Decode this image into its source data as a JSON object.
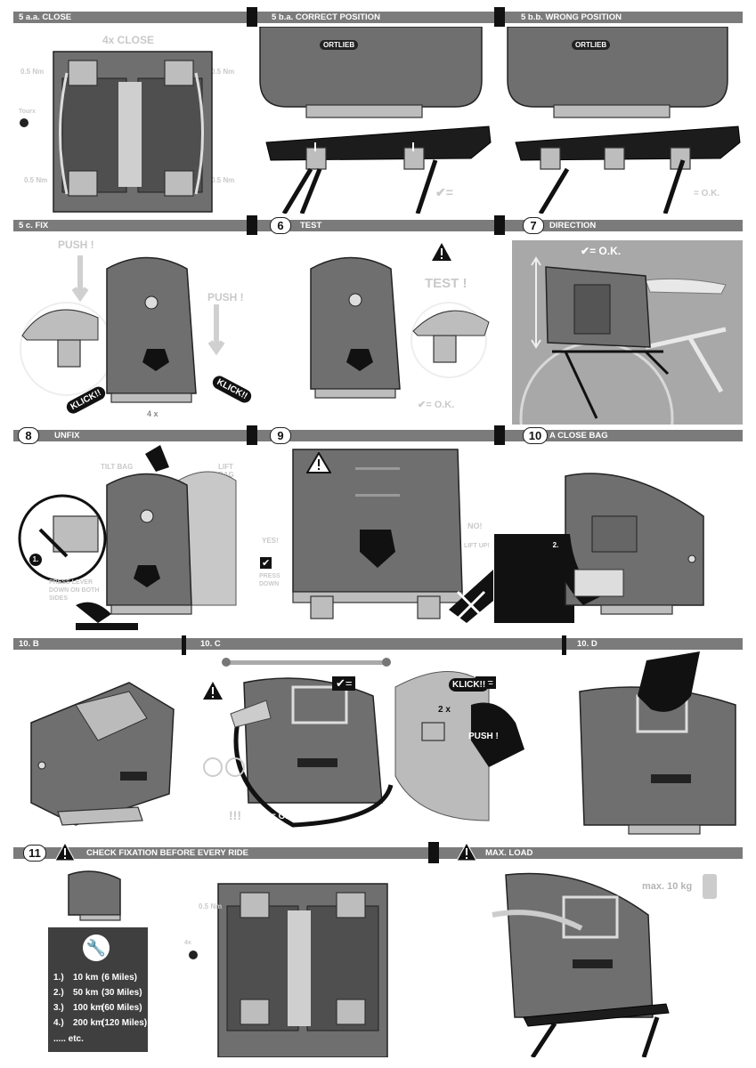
{
  "sections": {
    "s5aa": {
      "label": "5 a.a.  CLOSE",
      "note": "4x CLOSE",
      "measure_tl": "0.5 Nm",
      "measure_tr": "0.5 Nm",
      "measure_bl": "0.5 Nm",
      "measure_br": "0.5 Nm",
      "side_note": "Tourx"
    },
    "s5ba": {
      "label": "5 b.a.   CORRECT POSITION",
      "brand": "ORTLIEB"
    },
    "s5bb": {
      "label": "5 b.b.  WRONG POSITION",
      "brand": "ORTLIEB",
      "ok": "= O.K."
    },
    "s5c": {
      "label": "5 c.  FIX",
      "push1": "PUSH !",
      "push2": "PUSH !",
      "klick1": "KLICK!!",
      "klick2": "KLICK!!",
      "count": "4 x"
    },
    "s6": {
      "num": "6",
      "label": "TEST",
      "test": "TEST !",
      "ok": "= O.K."
    },
    "s7": {
      "num": "7",
      "label": "DIRECTION",
      "ok": "= O.K."
    },
    "s8": {
      "num": "8",
      "label": "UNFIX",
      "tilt": "TILT BAG",
      "lift": "LIFT BAG",
      "press": "PRESS LEVER DOWN ON BOTH SIDES",
      "step": "1."
    },
    "s9": {
      "num": "9",
      "yes": "YES!",
      "press": "PRESS DOWN",
      "no": "NO!",
      "lift": "LIFT UP!"
    },
    "s10a": {
      "num": "10",
      "label": "A    CLOSE BAG",
      "step2": "2."
    },
    "s10b": {
      "label": "10.  B"
    },
    "s10c": {
      "label": "10.  C",
      "klick": "KLICK!!",
      "twox": "2 x",
      "push": "PUSH !",
      "ok": "= O.K.",
      "warn": "!!!"
    },
    "s10d": {
      "label": "10.  D"
    },
    "s11": {
      "num": "11",
      "label": "CHECK FIXATION BEFORE EVERY RIDE",
      "measure": "0.5 Nm",
      "side_note": "4x",
      "checks": [
        {
          "idx": "1.)",
          "km": "10 km",
          "miles": "(6 Miles)"
        },
        {
          "idx": "2.)",
          "km": "50 km",
          "miles": "(30 Miles)"
        },
        {
          "idx": "3.)",
          "km": "100 km",
          "miles": "(60 Miles)"
        },
        {
          "idx": "4.)",
          "km": "200 km",
          "miles": "(120 Miles)"
        }
      ],
      "etc": "..... etc."
    },
    "maxload": {
      "label": "MAX. LOAD",
      "value": "max. 10 kg"
    }
  }
}
